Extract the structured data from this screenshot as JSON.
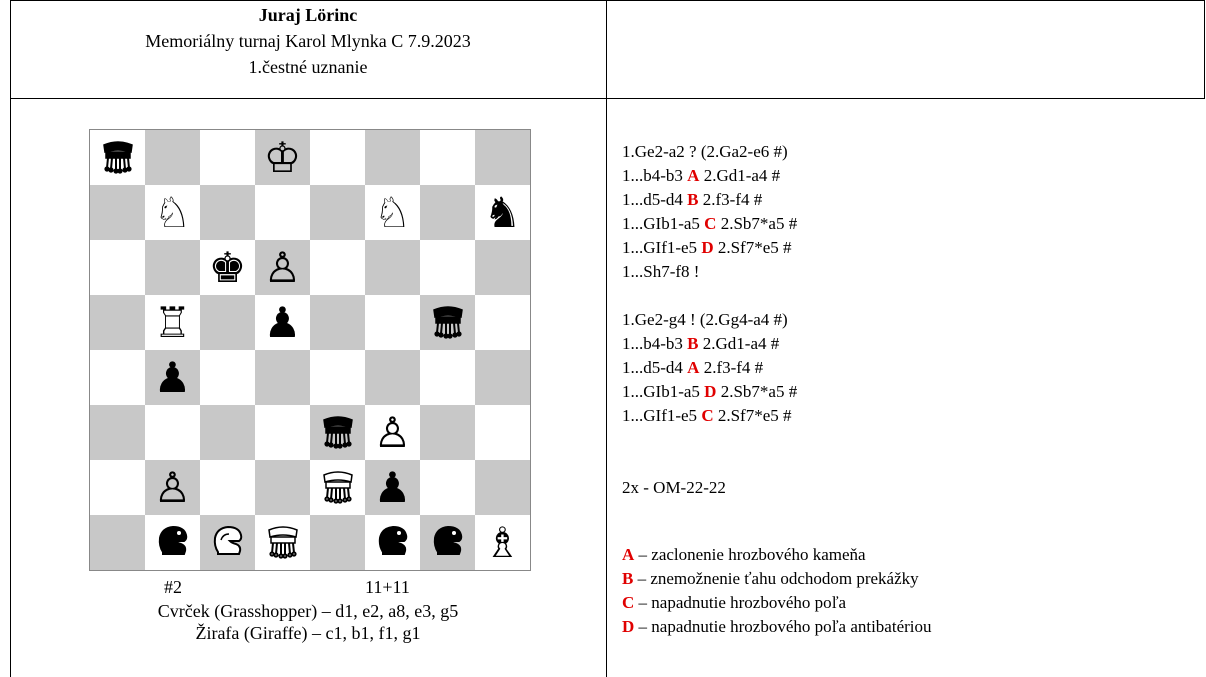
{
  "header": {
    "author": "Juraj Lörinc",
    "tournament": "Memoriálny turnaj Karol Mlynka C 7.9.2023",
    "award": "1.čestné uznanie"
  },
  "board": {
    "rows": [
      [
        {
          "p": "G",
          "c": "b"
        },
        {
          "p": "",
          "c": ""
        },
        {
          "p": "",
          "c": ""
        },
        {
          "p": "K",
          "c": "w"
        },
        {
          "p": "",
          "c": ""
        },
        {
          "p": "",
          "c": ""
        },
        {
          "p": "",
          "c": ""
        },
        {
          "p": "",
          "c": ""
        }
      ],
      [
        {
          "p": "",
          "c": ""
        },
        {
          "p": "N",
          "c": "w"
        },
        {
          "p": "",
          "c": ""
        },
        {
          "p": "",
          "c": ""
        },
        {
          "p": "",
          "c": ""
        },
        {
          "p": "N",
          "c": "w"
        },
        {
          "p": "",
          "c": ""
        },
        {
          "p": "N",
          "c": "b"
        }
      ],
      [
        {
          "p": "",
          "c": ""
        },
        {
          "p": "",
          "c": ""
        },
        {
          "p": "K",
          "c": "b"
        },
        {
          "p": "P",
          "c": "w"
        },
        {
          "p": "",
          "c": ""
        },
        {
          "p": "",
          "c": ""
        },
        {
          "p": "",
          "c": ""
        },
        {
          "p": "",
          "c": ""
        }
      ],
      [
        {
          "p": "",
          "c": ""
        },
        {
          "p": "R",
          "c": "w"
        },
        {
          "p": "",
          "c": ""
        },
        {
          "p": "P",
          "c": "b"
        },
        {
          "p": "",
          "c": ""
        },
        {
          "p": "",
          "c": ""
        },
        {
          "p": "G",
          "c": "b"
        },
        {
          "p": "",
          "c": ""
        }
      ],
      [
        {
          "p": "",
          "c": ""
        },
        {
          "p": "P",
          "c": "b"
        },
        {
          "p": "",
          "c": ""
        },
        {
          "p": "",
          "c": ""
        },
        {
          "p": "",
          "c": ""
        },
        {
          "p": "",
          "c": ""
        },
        {
          "p": "",
          "c": ""
        },
        {
          "p": "",
          "c": ""
        }
      ],
      [
        {
          "p": "",
          "c": ""
        },
        {
          "p": "",
          "c": ""
        },
        {
          "p": "",
          "c": ""
        },
        {
          "p": "",
          "c": ""
        },
        {
          "p": "G",
          "c": "b"
        },
        {
          "p": "P",
          "c": "w"
        },
        {
          "p": "",
          "c": ""
        },
        {
          "p": "",
          "c": ""
        }
      ],
      [
        {
          "p": "",
          "c": ""
        },
        {
          "p": "P",
          "c": "w"
        },
        {
          "p": "",
          "c": ""
        },
        {
          "p": "",
          "c": ""
        },
        {
          "p": "G",
          "c": "w"
        },
        {
          "p": "P",
          "c": "b"
        },
        {
          "p": "",
          "c": ""
        },
        {
          "p": "",
          "c": ""
        }
      ],
      [
        {
          "p": "",
          "c": ""
        },
        {
          "p": "Z",
          "c": "b"
        },
        {
          "p": "Z",
          "c": "w"
        },
        {
          "p": "G",
          "c": "w"
        },
        {
          "p": "",
          "c": ""
        },
        {
          "p": "Z",
          "c": "b"
        },
        {
          "p": "Z",
          "c": "b"
        },
        {
          "p": "B",
          "c": "w"
        }
      ]
    ]
  },
  "stipulation": "#2",
  "piece_count": "11+11",
  "fairy_1": "Cvrček (Grasshopper) – d1, e2, a8, e3, g5",
  "fairy_2": "Žirafa (Giraffe) – c1, b1, f1, g1",
  "solution": [
    {
      "pre": "1.Ge2-a2 ? (2.Ga2-e6 #)",
      "tag": "",
      "post": ""
    },
    {
      "pre": "1...b4-b3 ",
      "tag": "A",
      "post": " 2.Gd1-a4 #"
    },
    {
      "pre": "1...d5-d4 ",
      "tag": "B",
      "post": " 2.f3-f4 #"
    },
    {
      "pre": "1...GIb1-a5 ",
      "tag": "C",
      "post": " 2.Sb7*a5 #"
    },
    {
      "pre": "1...GIf1-e5 ",
      "tag": "D",
      "post": " 2.Sf7*e5 #"
    },
    {
      "pre": "1...Sh7-f8 !",
      "tag": "",
      "post": ""
    },
    {
      "pre": "",
      "tag": "",
      "post": ""
    },
    {
      "pre": "1.Ge2-g4 ! (2.Gg4-a4 #)",
      "tag": "",
      "post": ""
    },
    {
      "pre": "1...b4-b3 ",
      "tag": "B",
      "post": " 2.Gd1-a4 #"
    },
    {
      "pre": "1...d5-d4 ",
      "tag": "A",
      "post": " 2.f3-f4 #"
    },
    {
      "pre": "1...GIb1-a5 ",
      "tag": "D",
      "post": " 2.Sb7*a5 #"
    },
    {
      "pre": "1...GIf1-e5 ",
      "tag": "C",
      "post": " 2.Sf7*e5 #"
    },
    {
      "pre": "",
      "tag": "",
      "post": ""
    },
    {
      "pre": "",
      "tag": "",
      "post": ""
    },
    {
      "pre": "2x - OM-22-22",
      "tag": "",
      "post": ""
    },
    {
      "pre": "",
      "tag": "",
      "post": ""
    }
  ],
  "legend": [
    {
      "tag": "A",
      "text": " – zaclonenie hrozbového kameňa"
    },
    {
      "tag": "B",
      "text": " – znemožnenie ťahu odchodom prekážky"
    },
    {
      "tag": "C",
      "text": " – napadnutie hrozbového poľa"
    },
    {
      "tag": "D",
      "text": " – napadnutie hrozbového poľa antibatériou"
    }
  ]
}
